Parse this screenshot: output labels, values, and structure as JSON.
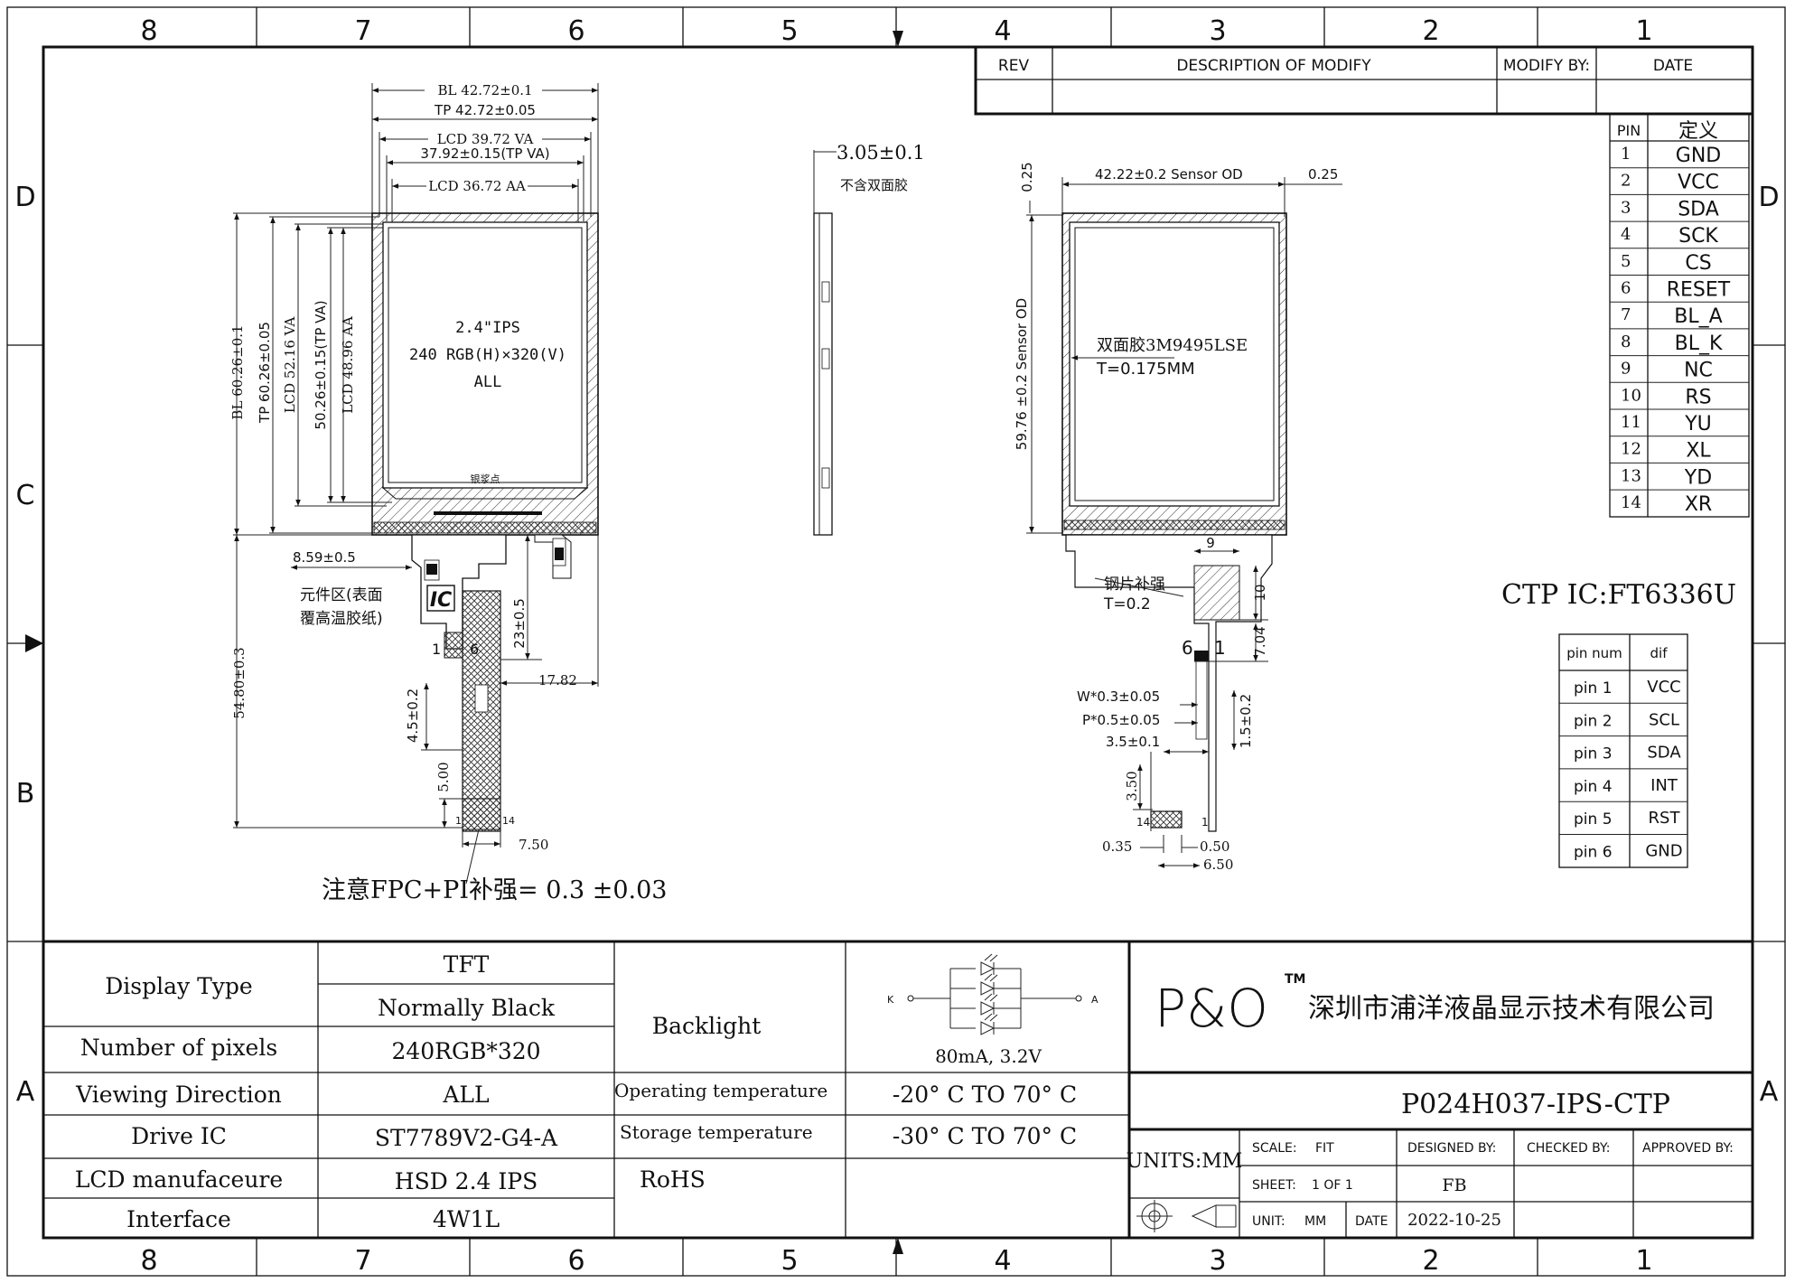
{
  "zones": {
    "columns": [
      "8",
      "7",
      "6",
      "5",
      "4",
      "3",
      "2",
      "1"
    ],
    "rows": [
      "D",
      "C",
      "B",
      "A"
    ]
  },
  "revision_table": {
    "rev": "REV",
    "description": "DESCRIPTION OF MODIFY",
    "modify_by": "MODIFY BY:",
    "date": "DATE"
  },
  "pin_table": {
    "header": [
      "PIN",
      "定义"
    ],
    "rows": [
      [
        "1",
        "GND"
      ],
      [
        "2",
        "VCC"
      ],
      [
        "3",
        "SDA"
      ],
      [
        "4",
        "SCK"
      ],
      [
        "5",
        "CS"
      ],
      [
        "6",
        "RESET"
      ],
      [
        "7",
        "BL_A"
      ],
      [
        "8",
        "BL_K"
      ],
      [
        "9",
        "NC"
      ],
      [
        "10",
        "RS"
      ],
      [
        "11",
        "YU"
      ],
      [
        "12",
        "XL"
      ],
      [
        "13",
        "YD"
      ],
      [
        "14",
        "XR"
      ]
    ]
  },
  "ctp": {
    "title": "CTP IC:FT6336U",
    "header": [
      "pin num",
      "dif"
    ],
    "rows": [
      [
        "pin 1",
        "VCC"
      ],
      [
        "pin 2",
        "SCL"
      ],
      [
        "pin 3",
        "SDA"
      ],
      [
        "pin 4",
        "INT"
      ],
      [
        "pin 5",
        "RST"
      ],
      [
        "pin 6",
        "GND"
      ]
    ]
  },
  "front_view": {
    "panel_text": [
      "2.4\"IPS",
      "240 RGB(H)×320(V)",
      "ALL"
    ],
    "silver_label": "银浆点",
    "ic_label": "IC",
    "top_dims": [
      "BL 42.72±0.1",
      "TP 42.72±0.05",
      "LCD 39.72 VA",
      "37.92±0.15(TP VA)",
      "LCD 36.72 AA"
    ],
    "left_dims": [
      "BL 60.26±0.1",
      "TP 60.26±0.05",
      "LCD 52.16 VA",
      "50.26±0.15(TP VA)",
      "LCD 48.96 AA"
    ],
    "fpc_dims": {
      "offset": "8.59±0.5",
      "components_note": [
        "元件区(表面",
        "覆高温胶纸)"
      ],
      "length_23": "23±0.5",
      "width_1782": "17.82",
      "overall": "54.80±0.3",
      "stiff_45": "4.5±0.2",
      "tail_5": "5.00",
      "tail_width": "7.50",
      "pin_1": "1",
      "pin_14": "14",
      "pin_6": "6"
    },
    "note": "注意FPC+PI补强= 0.3 ±0.03"
  },
  "side_view": {
    "thickness": "3.05±0.1",
    "note": "不含双面胶"
  },
  "back_view": {
    "top_gap": "0.25",
    "sensor_width": "42.22±0.2 Sensor OD",
    "right_gap": "0.25",
    "sensor_height": "59.76 ±0.2 Sensor OD",
    "tape_label": "双面胶3M9495LSE",
    "tape_thickness": "T=0.175MM",
    "dim_9": "9",
    "dim_10": "10",
    "dim_704": "7.04",
    "steel_label": "钢片补强",
    "steel_t": "T=0.2",
    "pin_6": "6",
    "pin_1": "1",
    "w_dim": "W*0.3±0.05",
    "p_dim": "P*0.5±0.05",
    "width_35": "3.5±0.1",
    "len_15": "1.5±0.2",
    "len_350": "3.50",
    "pin_14b": "14",
    "pin_1b": "1",
    "d_035": "0.35",
    "d_050": "0.50",
    "d_650": "6.50"
  },
  "spec": {
    "display_type_label": "Display Type",
    "display_type_values": [
      "TFT",
      "Normally Black"
    ],
    "pixels_label": "Number of pixels",
    "pixels_value": "240RGB*320",
    "viewing_label": "Viewing Direction",
    "viewing_value": "ALL",
    "drive_ic_label": "Drive IC",
    "drive_ic_value": "ST7789V2-G4-A",
    "lcd_mfr_label": "LCD manufaceure",
    "lcd_mfr_value": "HSD 2.4 IPS",
    "interface_label": "Interface",
    "interface_value": "4W1L",
    "backlight_label": "Backlight",
    "backlight_spec": "80mA, 3.2V",
    "led_k": "K",
    "led_a": "A",
    "op_temp_label": "Operating temperature",
    "op_temp_value": "-20° C TO 70° C",
    "st_temp_label": "Storage temperature",
    "st_temp_value": "-30° C TO 70° C",
    "rohs_label": "RoHS"
  },
  "title_block": {
    "logo": "P&O",
    "tm": "TM",
    "company": "深圳市浦洋液晶显示技术有限公司",
    "part_number": "P024H037-IPS-CTP",
    "units": "UNITS:MM",
    "scale_label": "SCALE:",
    "scale_value": "FIT",
    "sheet_label": "SHEET:",
    "sheet_value": "1 OF 1",
    "unit_label": "UNIT:",
    "unit_value": "MM",
    "date_label": "DATE",
    "designed_by_label": "DESIGNED BY:",
    "designed_by_value": "FB",
    "date_value": "2022-10-25",
    "checked_by_label": "CHECKED BY:",
    "approved_by_label": "APPROVED BY:"
  }
}
